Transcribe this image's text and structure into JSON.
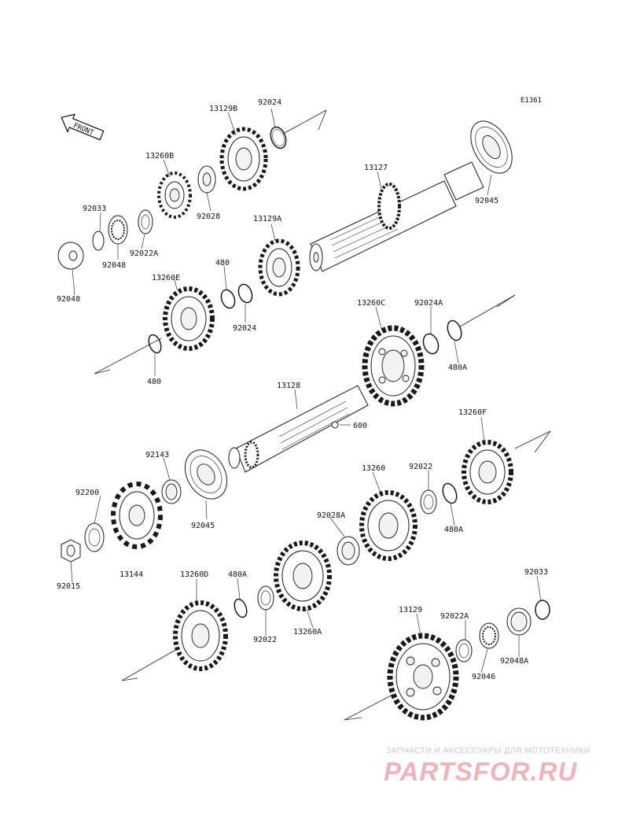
{
  "diagram": {
    "code": "E1361",
    "front_label": "FRONT",
    "parts": [
      {
        "id": "13129B"
      },
      {
        "id": "92024"
      },
      {
        "id": "13260B"
      },
      {
        "id": "13127"
      },
      {
        "id": "92033"
      },
      {
        "id": "92028"
      },
      {
        "id": "92045"
      },
      {
        "id": "92048"
      },
      {
        "id": "92022A"
      },
      {
        "id": "13129A"
      },
      {
        "id": "92048"
      },
      {
        "id": "13260E"
      },
      {
        "id": "480"
      },
      {
        "id": "92024"
      },
      {
        "id": "13260C"
      },
      {
        "id": "92024A"
      },
      {
        "id": "480"
      },
      {
        "id": "480A"
      },
      {
        "id": "13128"
      },
      {
        "id": "13260F"
      },
      {
        "id": "600"
      },
      {
        "id": "92143"
      },
      {
        "id": "92200"
      },
      {
        "id": "92045"
      },
      {
        "id": "13260"
      },
      {
        "id": "92022"
      },
      {
        "id": "92028A"
      },
      {
        "id": "480A"
      },
      {
        "id": "92015"
      },
      {
        "id": "13144"
      },
      {
        "id": "13260D"
      },
      {
        "id": "480A"
      },
      {
        "id": "92033"
      },
      {
        "id": "92022"
      },
      {
        "id": "13260A"
      },
      {
        "id": "13129"
      },
      {
        "id": "92022A"
      },
      {
        "id": "92046"
      },
      {
        "id": "92048A"
      }
    ]
  },
  "watermark": {
    "tagline": "ЗАПЧАСТИ И АКСЕССУАРЫ ДЛЯ МОТОТЕХНИКИ",
    "logo": "PARTSFOR.RU"
  }
}
